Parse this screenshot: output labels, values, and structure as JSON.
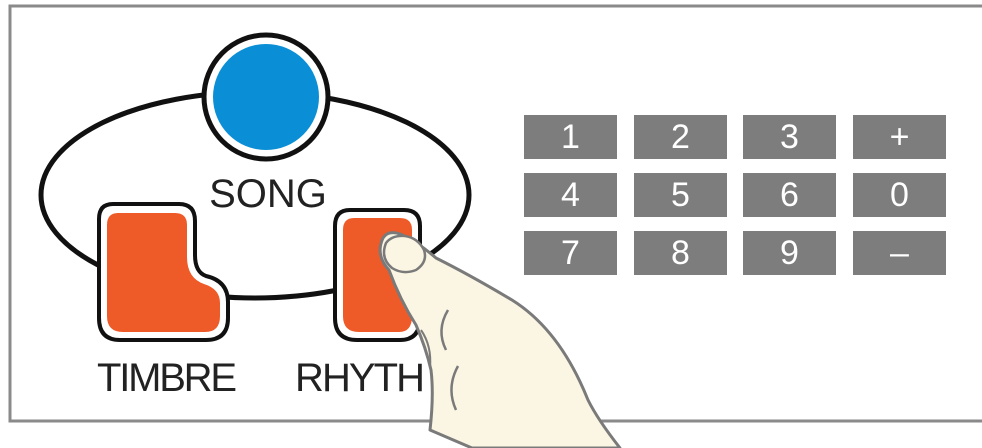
{
  "colors": {
    "panel_border": "#8a8a8a",
    "song_button": "#0a8fd6",
    "timbre_rhythm_buttons": "#ee5a28",
    "keypad": "#7d7d7d",
    "finger": "#fbf6e4"
  },
  "buttons": {
    "song_label": "SONG",
    "timbre_label": "TIMBRE",
    "rhythm_label": "RHYTH"
  },
  "keypad": {
    "keys": [
      "1",
      "2",
      "3",
      "+",
      "4",
      "5",
      "6",
      "0",
      "7",
      "8",
      "9",
      "–"
    ]
  },
  "icons": {
    "hand": "pointing-hand-icon"
  }
}
